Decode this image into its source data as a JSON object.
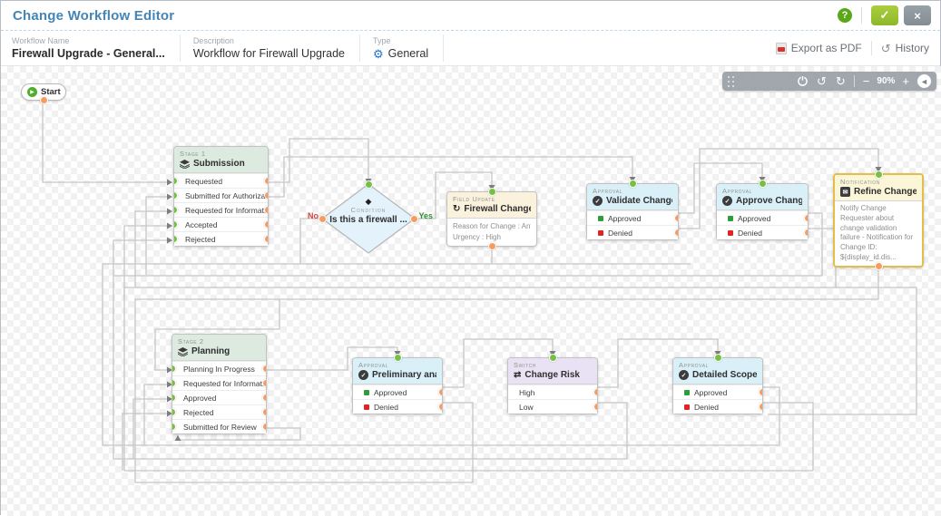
{
  "header": {
    "title": "Change Workflow Editor",
    "help_label": "?",
    "confirm_label": "✓",
    "close_label": "×"
  },
  "meta": {
    "workflow_name": {
      "label": "Workflow Name",
      "value": "Firewall Upgrade - General..."
    },
    "description": {
      "label": "Description",
      "value": "Workflow for Firewall Upgrade"
    },
    "type": {
      "label": "Type",
      "value": "General"
    },
    "export_pdf_label": "Export as PDF",
    "history_label": "History"
  },
  "toolbar": {
    "zoom_level": "90%"
  },
  "canvas": {
    "start_label": "Start",
    "nodes": {
      "stage1": {
        "category": "Stage 1",
        "title": "Submission",
        "rows": [
          "Requested",
          "Submitted for Authoriza...",
          "Requested for Informat...",
          "Accepted",
          "Rejected"
        ]
      },
      "condition": {
        "category": "Condition",
        "title": "Is this a firewall ...",
        "no_label": "No",
        "yes_label": "Yes"
      },
      "field_update": {
        "category": "Field Update",
        "title": "Firewall Change fi...",
        "lines": [
          "Reason for Change : Anti vi...",
          "Urgency : High"
        ]
      },
      "validate": {
        "category": "Approval",
        "title": "Validate Change ...",
        "rows": [
          "Approved",
          "Denied"
        ]
      },
      "approve": {
        "category": "Approval",
        "title": "Approve Change ...",
        "rows": [
          "Approved",
          "Denied"
        ]
      },
      "notification": {
        "category": "Notification",
        "title": "Refine Change &...",
        "body": "Notify Change Requester about change validation failure - Notification for Change ID: ${display_id.dis..."
      },
      "stage2": {
        "category": "Stage 2",
        "title": "Planning",
        "rows": [
          "Planning In Progress",
          "Requested for Informat...",
          "Approved",
          "Rejected",
          "Submitted for Review"
        ]
      },
      "preliminary": {
        "category": "Approval",
        "title": "Preliminary analy...",
        "rows": [
          "Approved",
          "Denied"
        ]
      },
      "switch": {
        "category": "Switch",
        "title": "Change Risk",
        "rows": [
          "High",
          "Low"
        ]
      },
      "detailed": {
        "category": "Approval",
        "title": "Detailed Scope of...",
        "rows": [
          "Approved",
          "Denied"
        ]
      }
    }
  },
  "colors": {
    "title_blue": "#4585b5",
    "confirm_green": "#8db82a",
    "port_green": "#76c043",
    "port_orange": "#f79b5e",
    "approved_green": "#2f9e3a",
    "denied_red": "#e02424",
    "stage_header": "#dceadf",
    "approval_header": "#d9f0f9",
    "switch_header": "#e9e2f4",
    "field_update_header": "#fbf2de",
    "notification_border": "#e2bf4b"
  }
}
